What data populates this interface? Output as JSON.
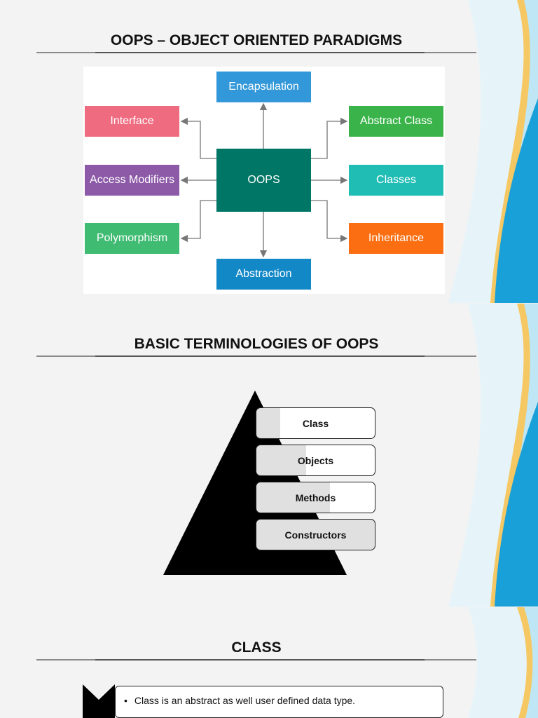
{
  "colors": {
    "wave_blue": "#1aa0d8",
    "wave_light": "#bfe6f5",
    "wave_gold": "#f3c24a",
    "node_center": "#007766"
  },
  "slides": [
    {
      "title": "OOPS – OBJECT ORIENTED PARADIGMS",
      "diagram": {
        "center": "OOPS",
        "top": "Encapsulation",
        "bottom": "Abstraction",
        "left": [
          "Interface",
          "Access Modifiers",
          "Polymorphism"
        ],
        "right": [
          "Abstract Class",
          "Classes",
          "Inheritance"
        ],
        "node_colors": {
          "top": "#3398d9",
          "bottom": "#1388c6",
          "left": [
            "#ef6b80",
            "#8d5aa8",
            "#3fbb72"
          ],
          "right": [
            "#3ab44a",
            "#20bdb5",
            "#fb6f12"
          ]
        }
      }
    },
    {
      "title": "BASIC TERMINOLOGIES OF OOPS",
      "pyramid_items": [
        "Class",
        "Objects",
        "Methods",
        "Constructors"
      ]
    },
    {
      "title": "CLASS",
      "bullets": [
        "Class is an abstract as well user defined  data type."
      ]
    }
  ]
}
